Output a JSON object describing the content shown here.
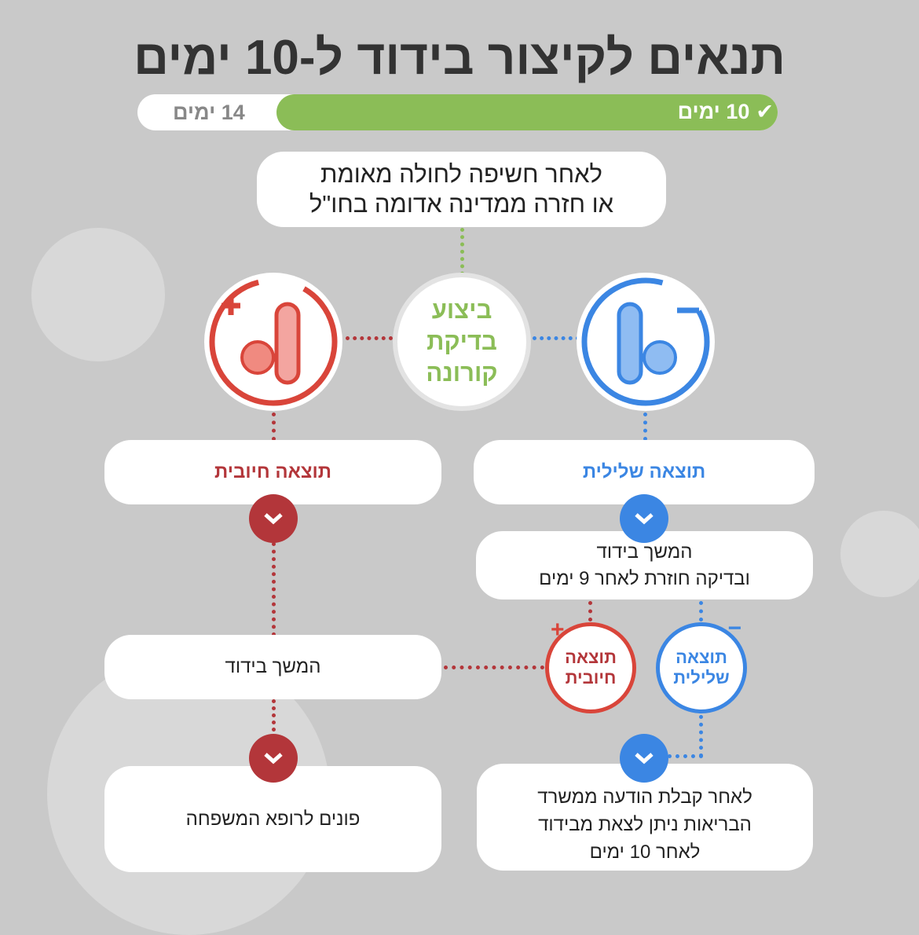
{
  "title": "תנאים לקיצור בידוד ל-10 ימים",
  "bar": {
    "new_label": "10 ימים",
    "old_label": "14 ימים"
  },
  "start": {
    "line1": "לאחר חשיפה לחולה מאומת",
    "line2": "או חזרה ממדינה אדומה בחו\"ל"
  },
  "test": {
    "line1": "ביצוע",
    "line2": "בדיקת",
    "line3": "קורונה"
  },
  "positive": {
    "result": "תוצאה חיובית",
    "continue": "המשך בידוד",
    "final": "פונים לרופא המשפחה"
  },
  "negative": {
    "result": "תוצאה שלילית",
    "continue_line1": "המשך בידוד",
    "continue_line2": "ובדיקה חוזרת לאחר 9 ימים",
    "final_line1": "לאחר קבלת הודעה ממשרד",
    "final_line2": "הבריאות ניתן לצאת מבידוד",
    "final_line3": "לאחר 10 ימים"
  },
  "retest": {
    "pos_line1": "תוצאה",
    "pos_line2": "חיובית",
    "neg_line1": "תוצאה",
    "neg_line2": "שלילית"
  },
  "colors": {
    "red": "#d9453a",
    "darkred": "#b3363a",
    "blue": "#3b86e3",
    "green": "#8bbd57",
    "bg": "#c9c9c9"
  }
}
